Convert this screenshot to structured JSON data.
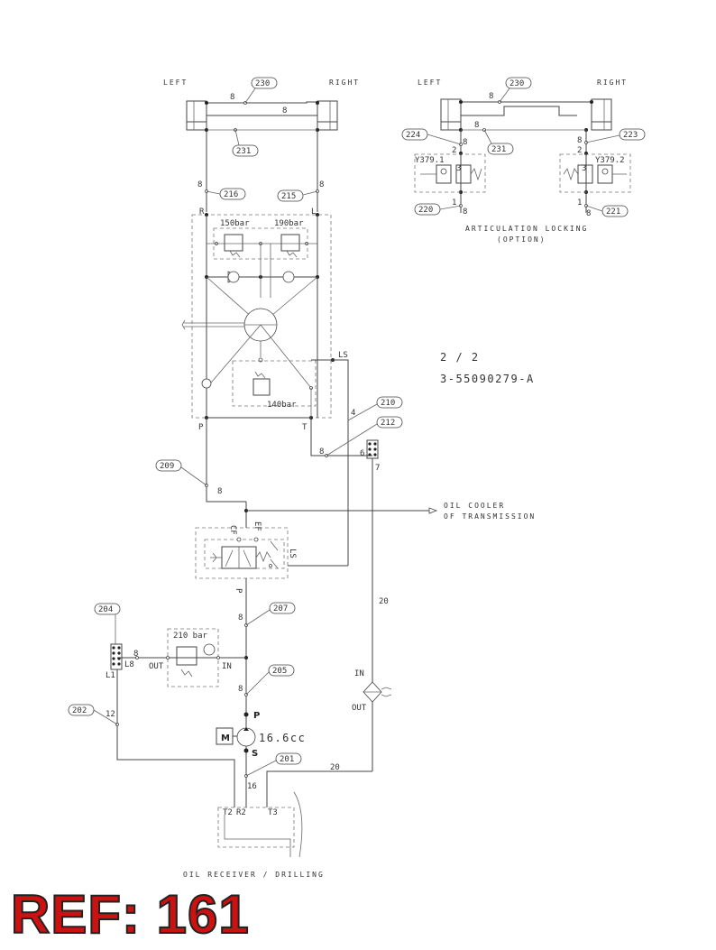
{
  "top_left": {
    "left": "LEFT",
    "right": "RIGHT"
  },
  "top_right": {
    "left": "LEFT",
    "right": "RIGHT"
  },
  "bubbles": {
    "b230a": "230",
    "b231a": "231",
    "b216": "216",
    "b215": "215",
    "b230b": "230",
    "b231b": "231",
    "b224": "224",
    "b223": "223",
    "b220": "220",
    "b221": "221",
    "b210": "210",
    "b212": "212",
    "b209": "209",
    "b207": "207",
    "b204": "204",
    "b205": "205",
    "b202": "202",
    "b201": "201"
  },
  "valves": {
    "relief_left": "150bar",
    "relief_right": "190bar",
    "relief_bottom": "140bar",
    "relief_pump": "210 bar",
    "lock_left": "Y379.1",
    "lock_right": "Y379.2"
  },
  "ports": {
    "R": "R",
    "L": "L",
    "P": "P",
    "T": "T",
    "LS": "LS",
    "LS2": "LS",
    "CF": "CF",
    "EF": "EF",
    "P2": "P",
    "OUT": "OUT",
    "IN": "IN",
    "L1": "L1",
    "L8": "L8",
    "IN2": "IN",
    "OUT2": "OUT",
    "pumpP": "P",
    "pumpS": "S",
    "T2": "T2",
    "R2": "R2",
    "T3": "T3",
    "s6": "6",
    "s7": "7",
    "s2a": "2",
    "s2b": "2",
    "s1a": "1",
    "s1b": "1",
    "s3a": "3",
    "s3b": "3"
  },
  "sizes": {
    "s8a": "8",
    "s8b": "8",
    "s8c": "8",
    "s8d": "8",
    "s8e": "8",
    "s8f": "8",
    "s8g": "8",
    "s8h": "8",
    "s8i": "8",
    "s8j": "8",
    "s8k": "8",
    "s8l": "8",
    "s8m": "8",
    "s8n": "8",
    "s8o": "8",
    "s8p": "8",
    "s4": "4",
    "s20a": "20",
    "s20b": "20",
    "s12": "12",
    "s16": "16"
  },
  "labels": {
    "articulation": "ARTICULATION LOCKING",
    "option": "(OPTION)",
    "sheet": "2 / 2",
    "drawing_no": "3-55090279-A",
    "cooler1": "OIL COOLER",
    "cooler2": "OF TRANSMISSION",
    "motor": "M",
    "displacement": "16.6cc",
    "receiver": "OIL RECEIVER / DRILLING"
  },
  "ref": "REF: 161"
}
